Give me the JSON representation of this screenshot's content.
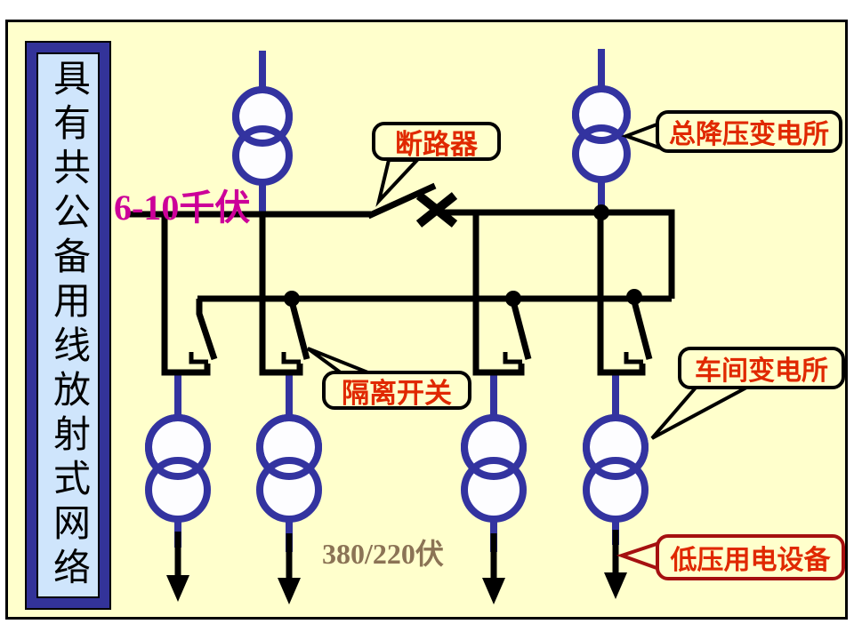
{
  "slide": {
    "vertical_title": "具有共公备用线放射式网络",
    "voltage_high": "6-10千伏",
    "voltage_low": "380/220伏"
  },
  "callouts": {
    "breaker": "断路器",
    "main_substation": "总降压变电所",
    "isolator": "隔离开关",
    "workshop_substation": "车间变电所",
    "lv_equipment": "低压用电设备"
  },
  "colors": {
    "slide_background": "#FFFFCC",
    "frame_border": "#000000",
    "banner_outer": "#333399",
    "banner_inner": "#CFE5FC",
    "wire": "#000000",
    "transformer_blue": "#3333A0",
    "callout_text_red": "#E02800",
    "voltage_high_magenta": "#CC0099",
    "voltage_low_brown": "#8B7355",
    "lv_callout_border": "#A51010"
  }
}
